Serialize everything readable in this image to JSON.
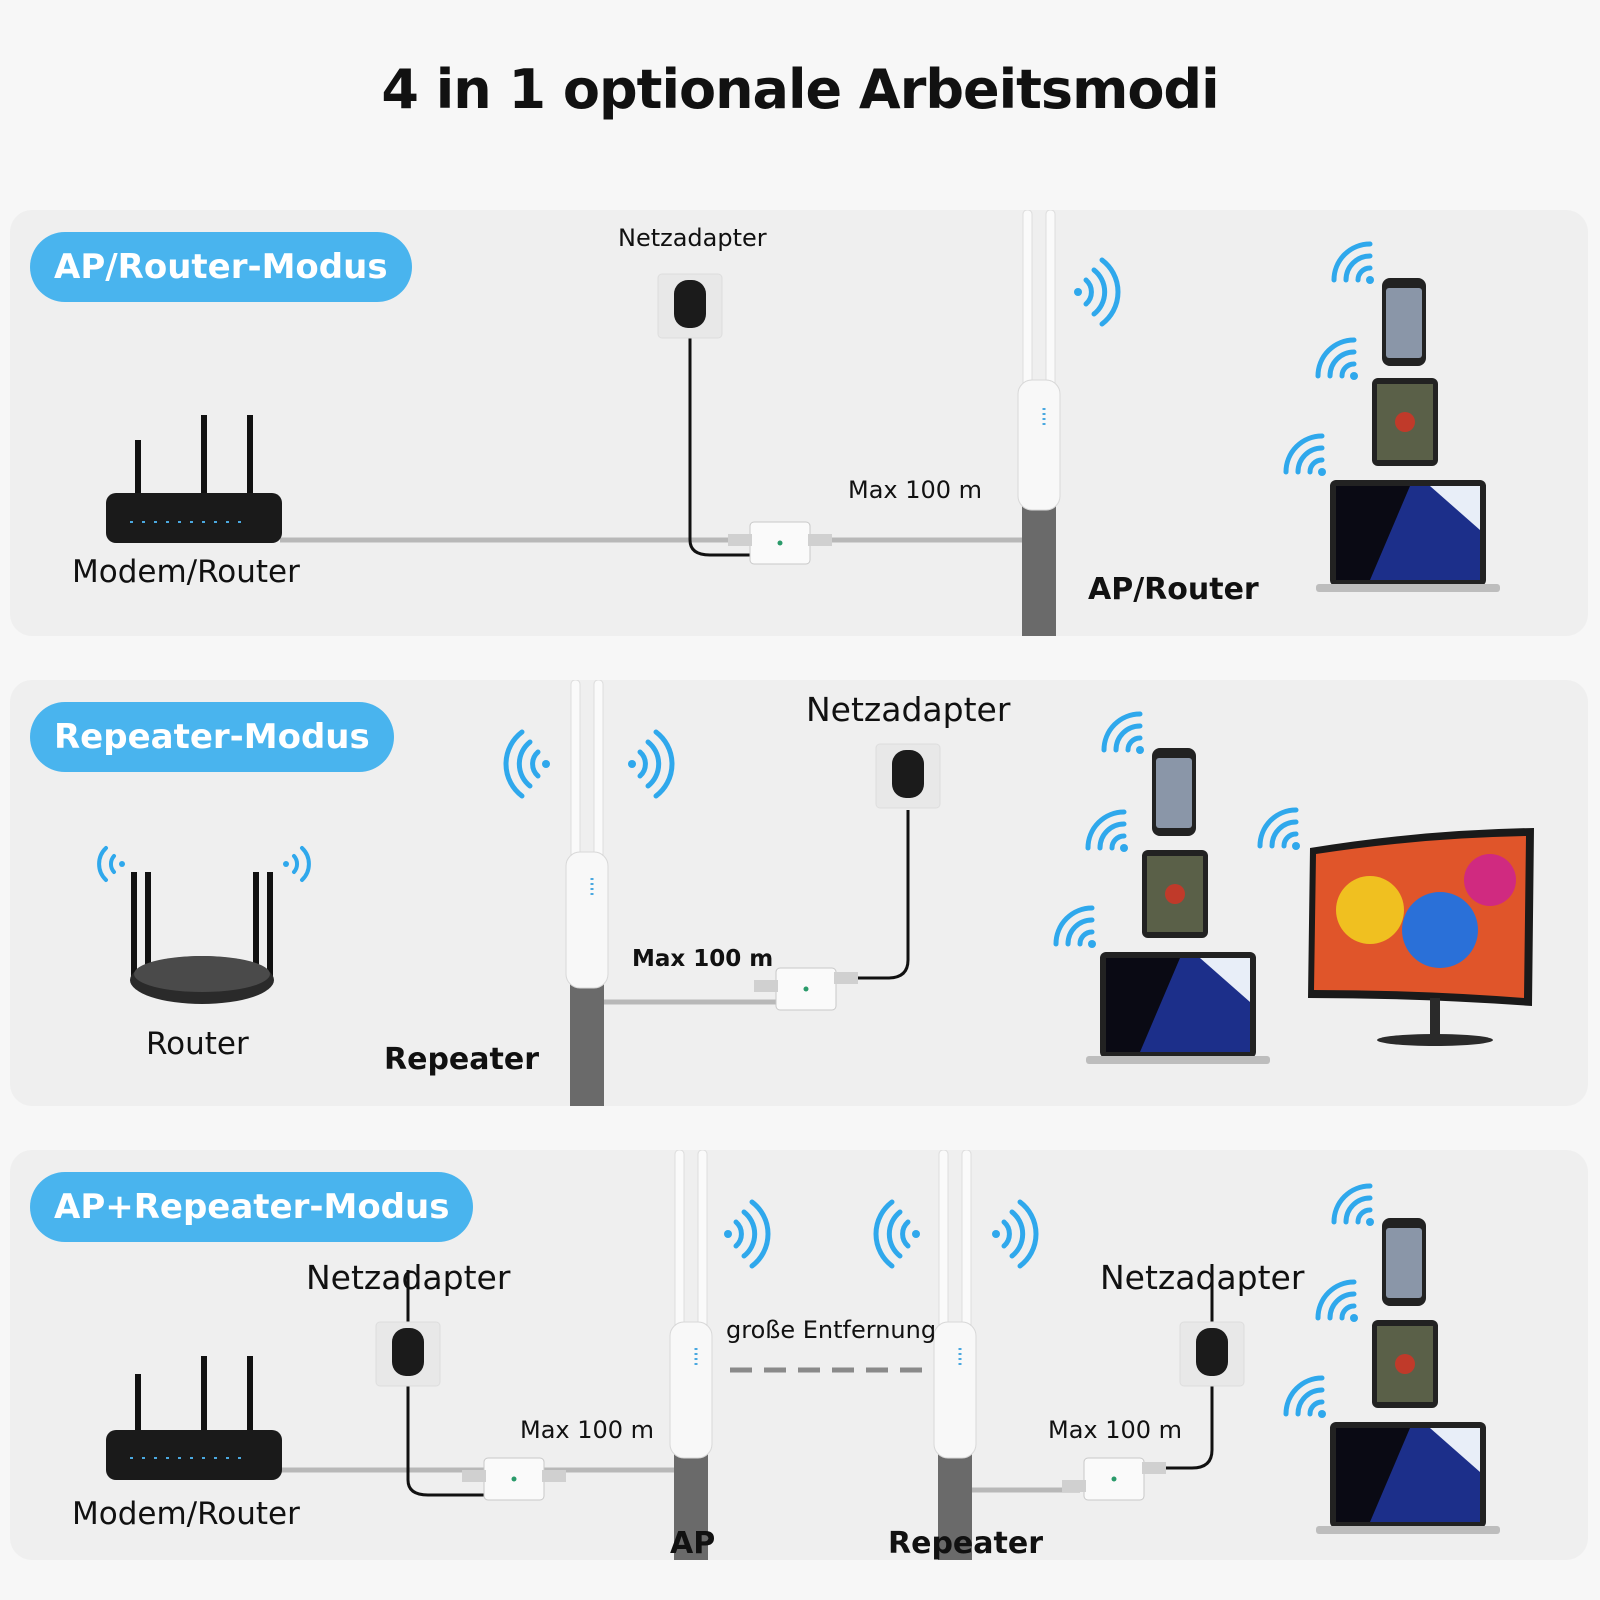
{
  "title": "4 in 1 optionale Arbeitsmodi",
  "colors": {
    "accent": "#49b4ee",
    "wifi": "#2fa8ec",
    "cable": "#b8b8b8",
    "pole": "#6a6a6a"
  },
  "panels": [
    {
      "mode_label": "AP/Router-Modus",
      "labels": {
        "adapter": "Netzadapter",
        "distance": "Max 100 m",
        "source": "Modem/Router",
        "device": "AP/Router"
      }
    },
    {
      "mode_label": "Repeater-Modus",
      "labels": {
        "adapter": "Netzadapter",
        "distance": "Max 100 m",
        "source": "Router",
        "device": "Repeater"
      }
    },
    {
      "mode_label": "AP+Repeater-Modus",
      "labels": {
        "adapter_left": "Netzadapter",
        "adapter_right": "Netzadapter",
        "distance_left": "Max 100 m",
        "distance_right": "Max 100 m",
        "gap": "große Entfernung",
        "source": "Modem/Router",
        "device_left": "AP",
        "device_right": "Repeater"
      }
    }
  ]
}
